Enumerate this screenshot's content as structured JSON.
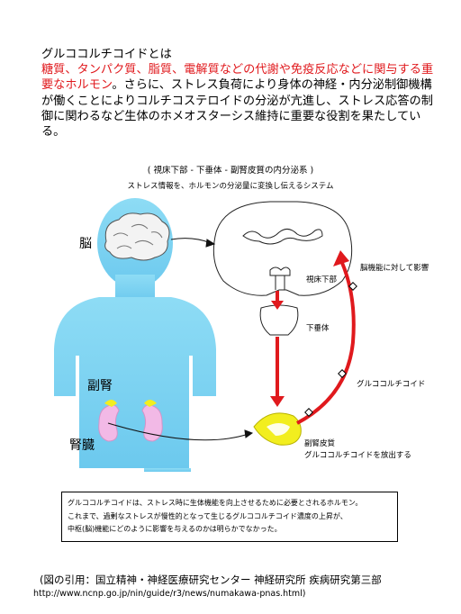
{
  "intro": {
    "title": "グルココルチコイドとは",
    "red_text": "糖質、タンパク質、脂質、電解質などの代謝や免疫反応などに関与する重要なホルモン",
    "body_text": "。さらに、ストレス負荷により身体の神経・内分泌制御機構が働くことによりコルチコステロイドの分泌が亢進し、ストレス応答の制御に関わるなど生体のホメオスターシス維持に重要な役割を果たしている。"
  },
  "diagram": {
    "title": "( 視床下部 - 下垂体 - 副腎皮質の内分泌系 )",
    "subtitle": "ストレス情報を、ホルモンの分泌量に変換し伝えるシステム",
    "labels": {
      "brain": "脳",
      "adrenal": "副腎",
      "kidney": "腎臓",
      "hypothalamus": "視床下部",
      "pituitary": "下垂体",
      "brain_effect": "脳機能に対して影響",
      "glucocorticoid": "グルココルチコイド",
      "adrenal_cortex": "副腎皮質",
      "release": "グルココルチコイドを放出する"
    },
    "colors": {
      "body": "#7dd6f2",
      "arrow": "#e0191d",
      "cortex": "#f2ee1f",
      "kidney": "#f2b9e6"
    }
  },
  "note": {
    "line1": "グルココルチコイドは、ストレス時に生体機能を向上させるために必要とされるホルモン。",
    "line2": "これまで、過剰なストレスが慢性的となって生じるグルココルチコイド濃度の上昇が、",
    "line3": "中枢(脳)機能にどのように影響を与えるのかは明らかでなかった。"
  },
  "citation": {
    "line1": "(図の引用：国立精神・神経医療研究センター 神経研究所 疾病研究第三部",
    "line2": "http://www.ncnp.go.jp/nin/guide/r3/news/numakawa-pnas.html)"
  }
}
